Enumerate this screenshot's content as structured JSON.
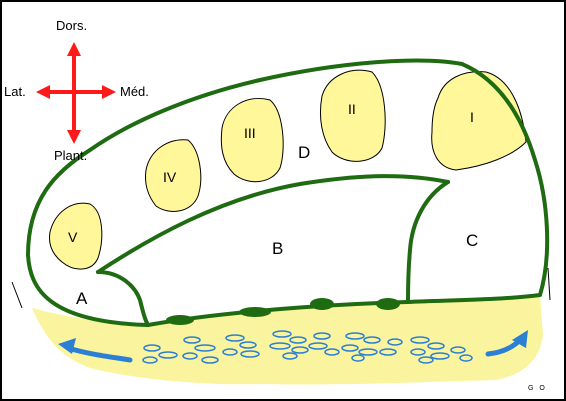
{
  "orientation": {
    "dorsal": "Dors.",
    "lateral": "Lat.",
    "medial": "Méd.",
    "plantar": "Plant."
  },
  "regions": {
    "a": "A",
    "b": "B",
    "c": "C",
    "d": "D"
  },
  "metatarsals": {
    "i": "I",
    "ii": "II",
    "iii": "III",
    "iv": "IV",
    "v": "V"
  },
  "signature": "G O",
  "colors": {
    "fascia": "#1e6b12",
    "bone": "#fff79a",
    "fat_pad": "#fbf49e",
    "axis_arrows": "#ff1a1a",
    "flow_arrows": "#2b7fd4"
  }
}
